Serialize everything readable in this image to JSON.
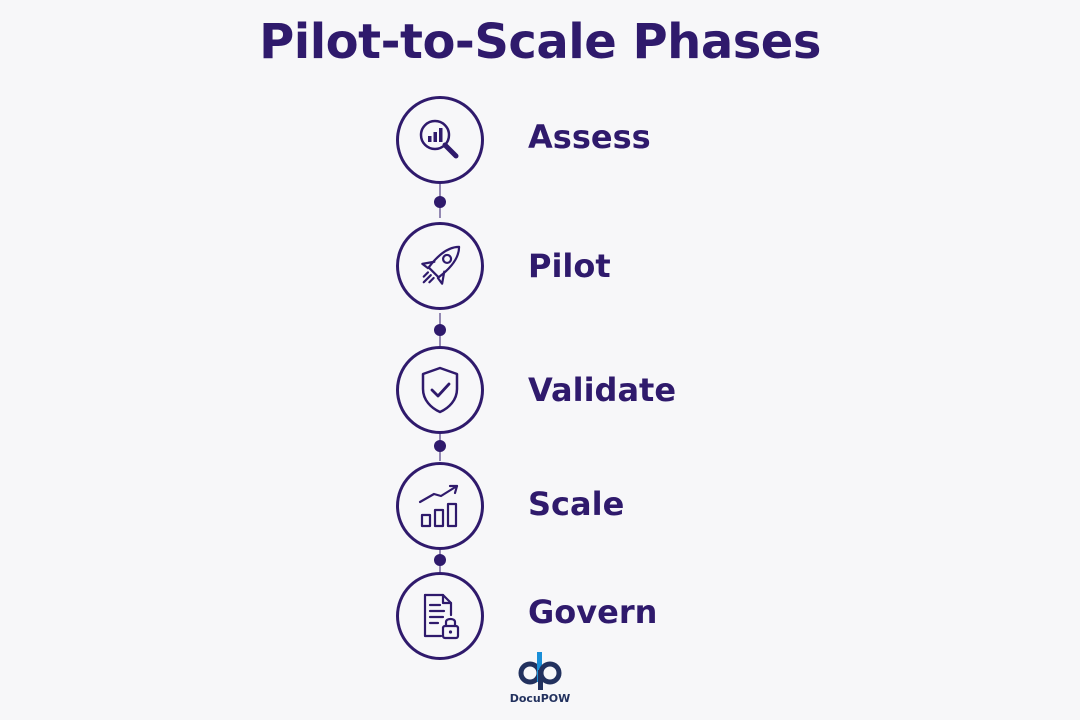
{
  "title": "Pilot-to-Scale Phases",
  "phases": [
    {
      "label": "Assess",
      "icon": "magnifier-chart-icon"
    },
    {
      "label": "Pilot",
      "icon": "rocket-icon"
    },
    {
      "label": "Validate",
      "icon": "shield-check-icon"
    },
    {
      "label": "Scale",
      "icon": "growth-chart-icon"
    },
    {
      "label": "Govern",
      "icon": "document-lock-icon"
    }
  ],
  "logo": {
    "text": "DocuPOW"
  },
  "colors": {
    "primary": "#2f1a6c",
    "accent": "#1a8fd8",
    "background": "#f7f7f9"
  }
}
